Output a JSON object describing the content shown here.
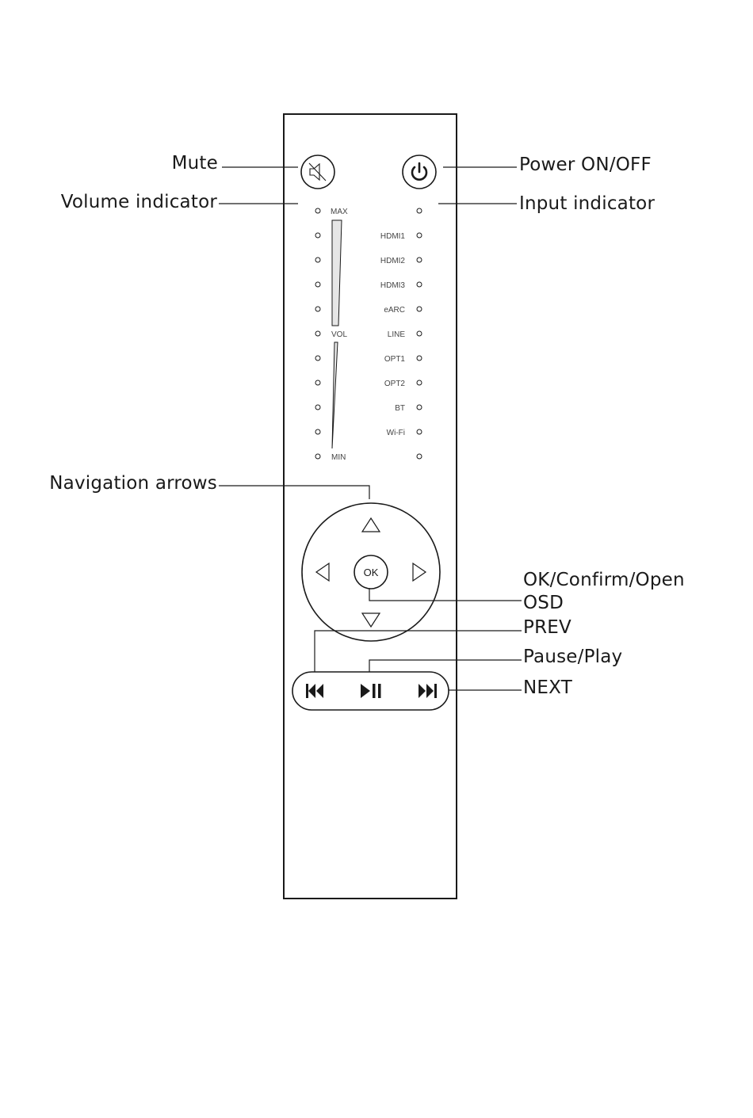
{
  "callouts": {
    "mute": "Mute",
    "power": "Power ON/OFF",
    "volume_indicator": "Volume indicator",
    "input_indicator": "Input indicator",
    "navigation_arrows": "Navigation arrows",
    "ok_line1": "OK/Confirm/Open",
    "ok_line2": "OSD",
    "prev": "PREV",
    "pause_play": "Pause/Play",
    "next": "NEXT"
  },
  "remote": {
    "volume_labels": {
      "max": "MAX",
      "vol": "VOL",
      "min": "MIN"
    },
    "inputs": [
      "HDMI1",
      "HDMI2",
      "HDMI3",
      "eARC",
      "LINE",
      "OPT1",
      "OPT2",
      "BT",
      "Wi-Fi"
    ],
    "ok_label": "OK"
  },
  "icons": {
    "mute": "speaker-muted-icon",
    "power": "power-icon",
    "prev": "skip-previous-icon",
    "play_pause": "play-pause-icon",
    "next": "skip-next-icon",
    "up": "arrow-up-icon",
    "down": "arrow-down-icon",
    "left": "arrow-left-icon",
    "right": "arrow-right-icon"
  },
  "colors": {
    "ink": "#1a1a1a",
    "fill": "#e6e6e6"
  }
}
